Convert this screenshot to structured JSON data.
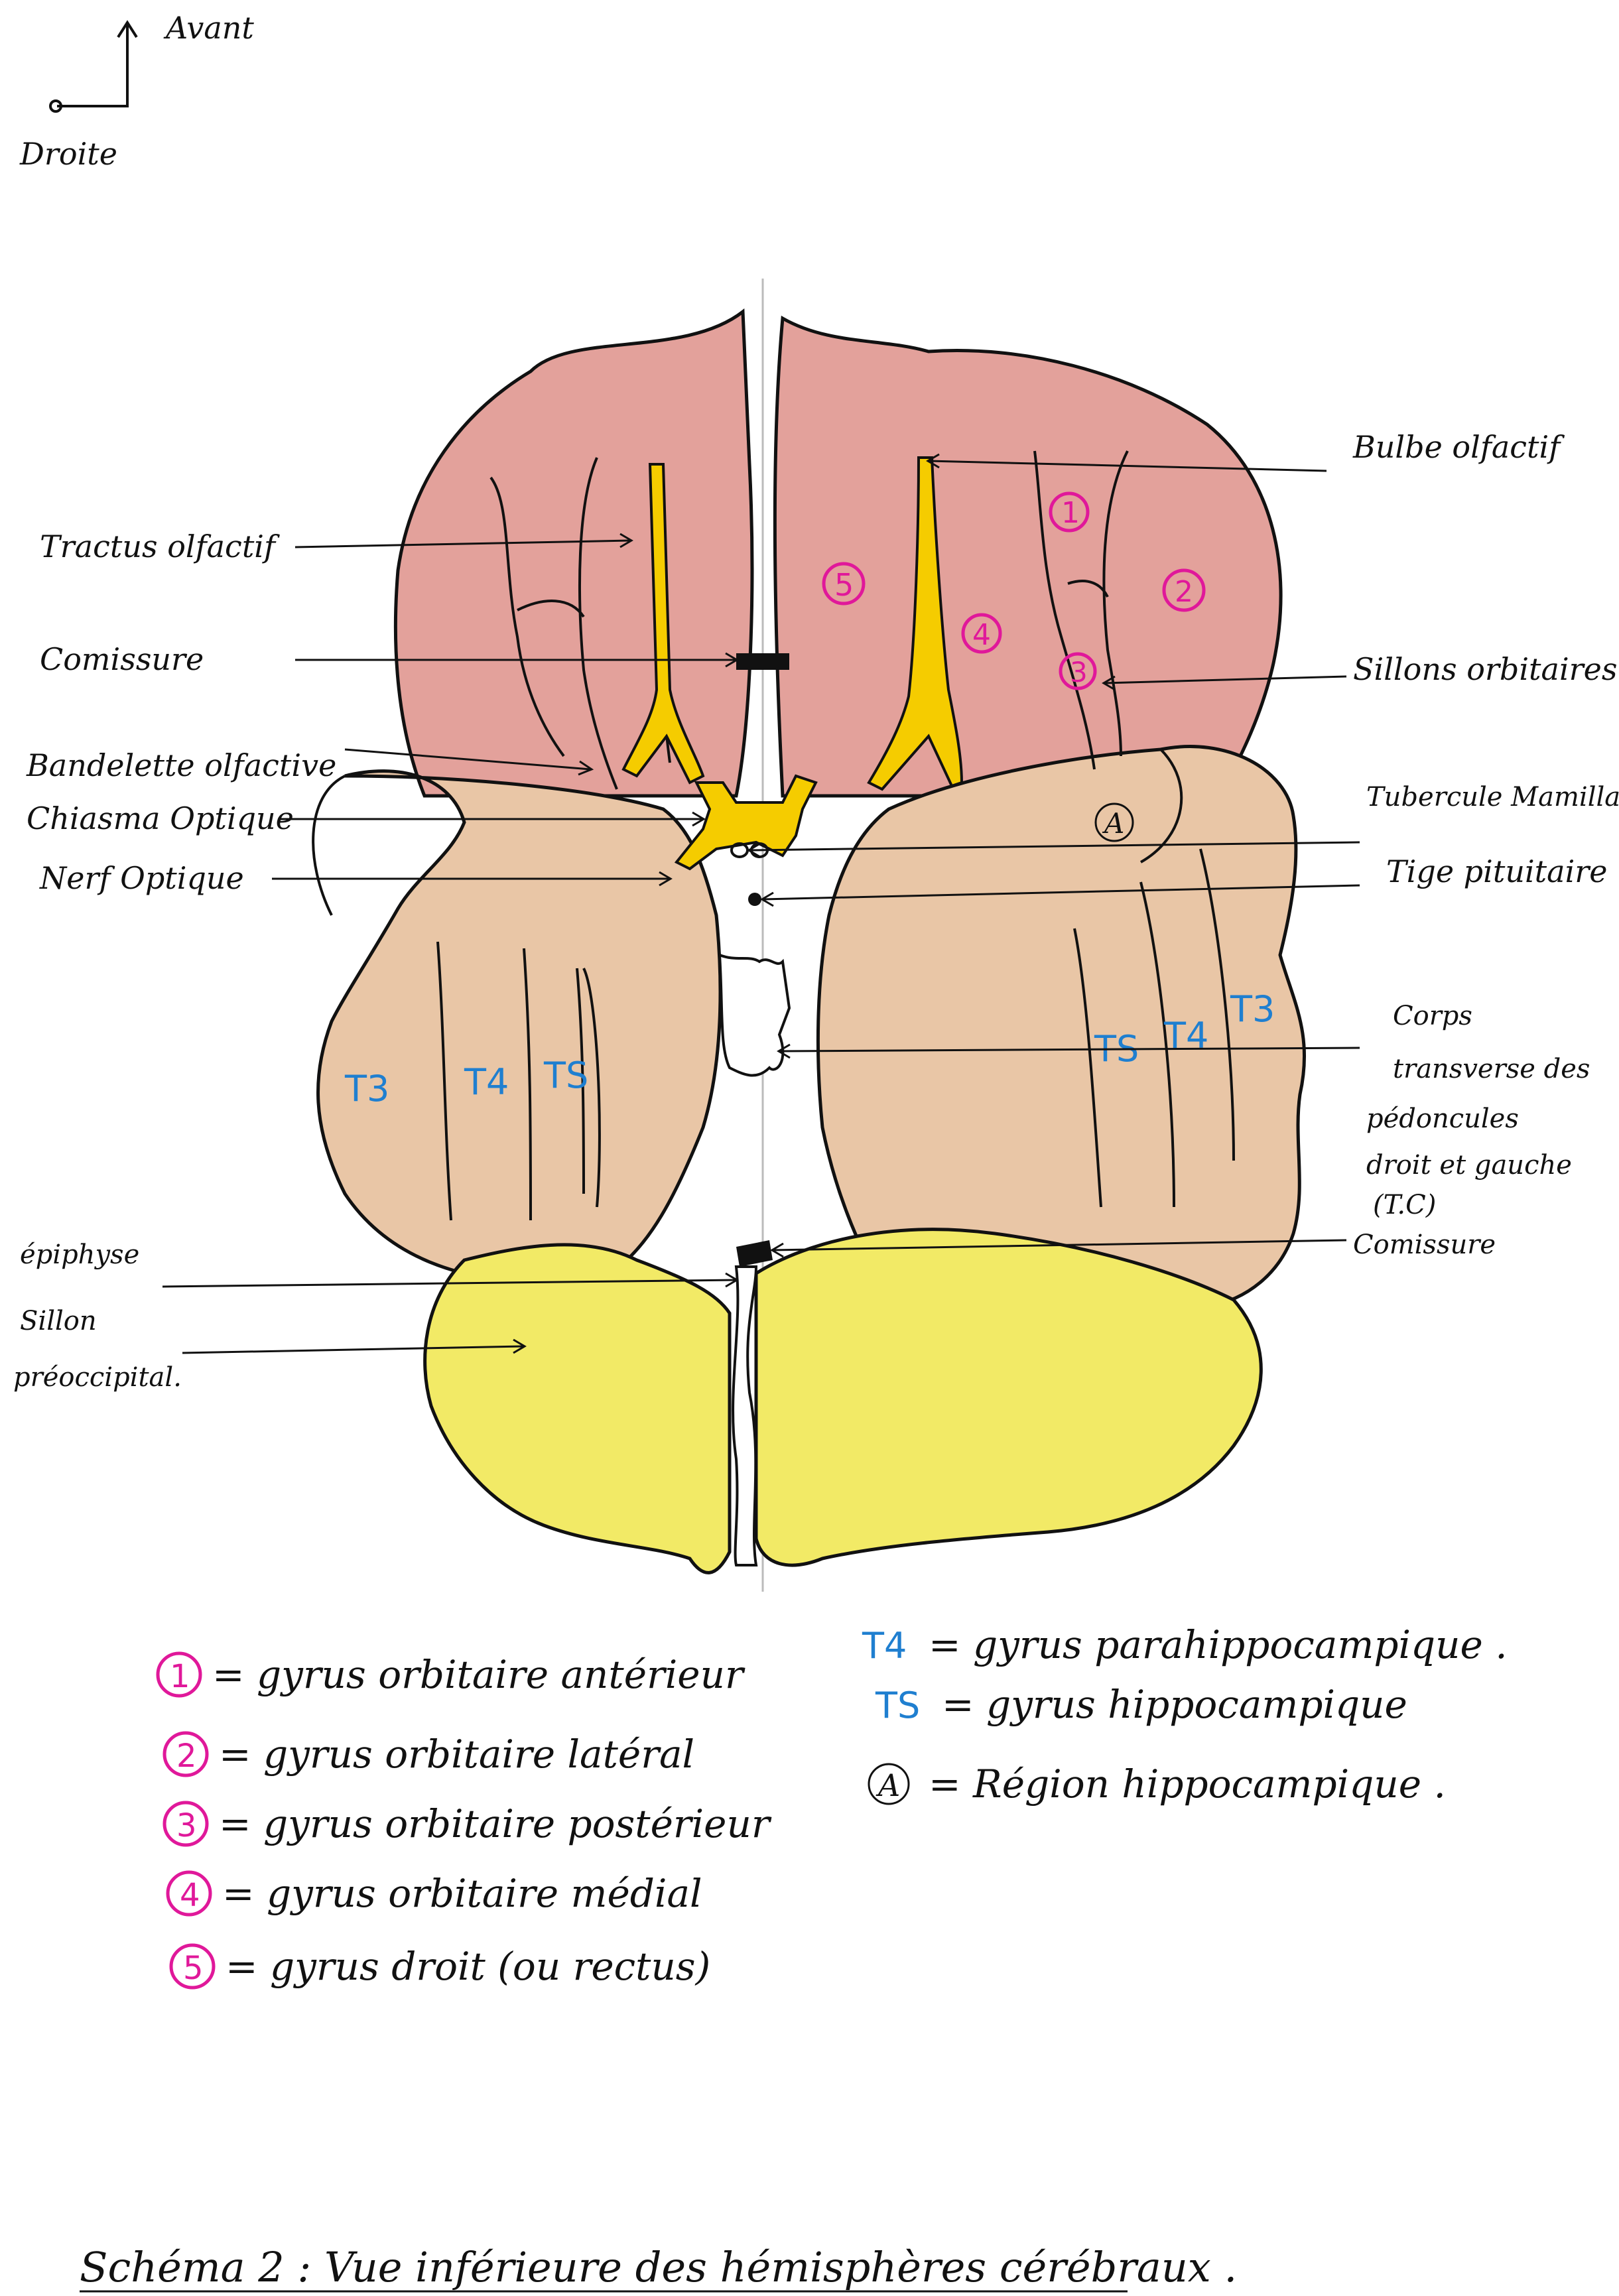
{
  "orientation": {
    "forward": "Avant",
    "right": "Droite"
  },
  "labels_left": {
    "tractus": "Tractus olfactif",
    "commissure_top": "Comissure",
    "bandelette": "Bandelette olfactive",
    "chiasma": "Chiasma Optique",
    "nerf": "Nerf Optique",
    "epiphyse": "épiphyse",
    "sillon": "Sillon",
    "preoccipital": "préoccipital."
  },
  "labels_right": {
    "bulbe": "Bulbe olfactif",
    "sillons_orbitaires": "Sillons orbitaires.",
    "tubercule": "Tubercule Mamillaire",
    "tige": "Tige pituitaire",
    "corps_1": "Corps",
    "corps_2": "transverse des",
    "corps_3": "pédoncules",
    "corps_4": "droit et gauche",
    "corps_5": "(T.C)",
    "commissure_bottom": "Comissure"
  },
  "region_marks": {
    "n1": "1",
    "n2": "2",
    "n3": "3",
    "n4": "4",
    "n5": "5",
    "A": "A",
    "T3": "T3",
    "T4": "T4",
    "T5": "TS"
  },
  "legend_left": [
    {
      "num": "1",
      "text": "= gyrus orbitaire antérieur"
    },
    {
      "num": "2",
      "text": "= gyrus orbitaire latéral"
    },
    {
      "num": "3",
      "text": "= gyrus orbitaire postérieur"
    },
    {
      "num": "4",
      "text": "= gyrus orbitaire médial"
    },
    {
      "num": "5",
      "text": "= gyrus droit (ou rectus)"
    }
  ],
  "legend_right": [
    {
      "key": "T4",
      "text": "= gyrus parahippocampique ."
    },
    {
      "key": "TS",
      "text": "= gyrus hippocampique"
    },
    {
      "key": "A",
      "text": "= Région hippocampique ."
    }
  ],
  "caption": "Schéma 2 : Vue inférieure des hémisphères cérébraux .",
  "colors": {
    "frontal": "#d9827a",
    "temporal": "#e9c6a6",
    "occipital": "#f2ea66",
    "olfactory": "#f5cc00",
    "pink": "#e0189a",
    "blue": "#1f7fd0"
  }
}
